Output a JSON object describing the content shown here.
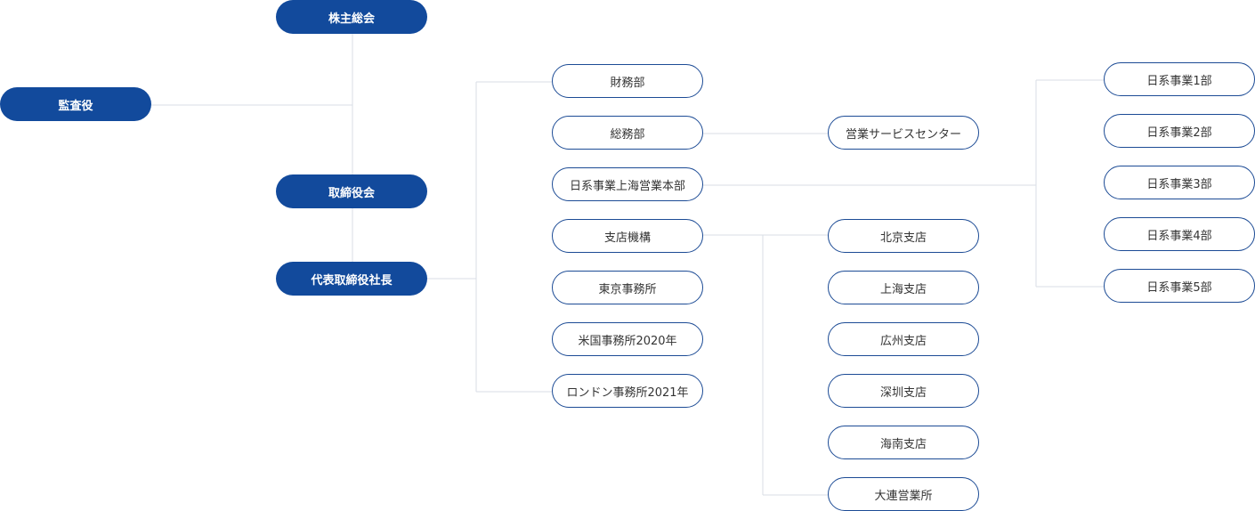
{
  "colors": {
    "primary": "#124a9c",
    "outline_border": "#1c4b95",
    "connector": "#d9dde5"
  },
  "governance": {
    "shareholders": "株主総会",
    "auditor": "監査役",
    "board": "取締役会",
    "president": "代表取締役社長"
  },
  "departments": {
    "finance": "財務部",
    "general_affairs": "総務部",
    "shanghai_hq": "日系事業上海営業本部",
    "branch_org": "支店機構",
    "tokyo_office": "東京事務所",
    "us_office": "米国事務所2020年",
    "london_office": "ロンドン事務所2021年"
  },
  "sales_service": {
    "center": "営業サービスセンター"
  },
  "branches": {
    "beijing": "北京支店",
    "shanghai": "上海支店",
    "guangzhou": "広州支店",
    "shenzhen": "深圳支店",
    "hainan": "海南支店",
    "dalian": "大連営業所"
  },
  "business_units": {
    "unit1": "日系事業1部",
    "unit2": "日系事業2部",
    "unit3": "日系事業3部",
    "unit4": "日系事業4部",
    "unit5": "日系事業5部"
  }
}
